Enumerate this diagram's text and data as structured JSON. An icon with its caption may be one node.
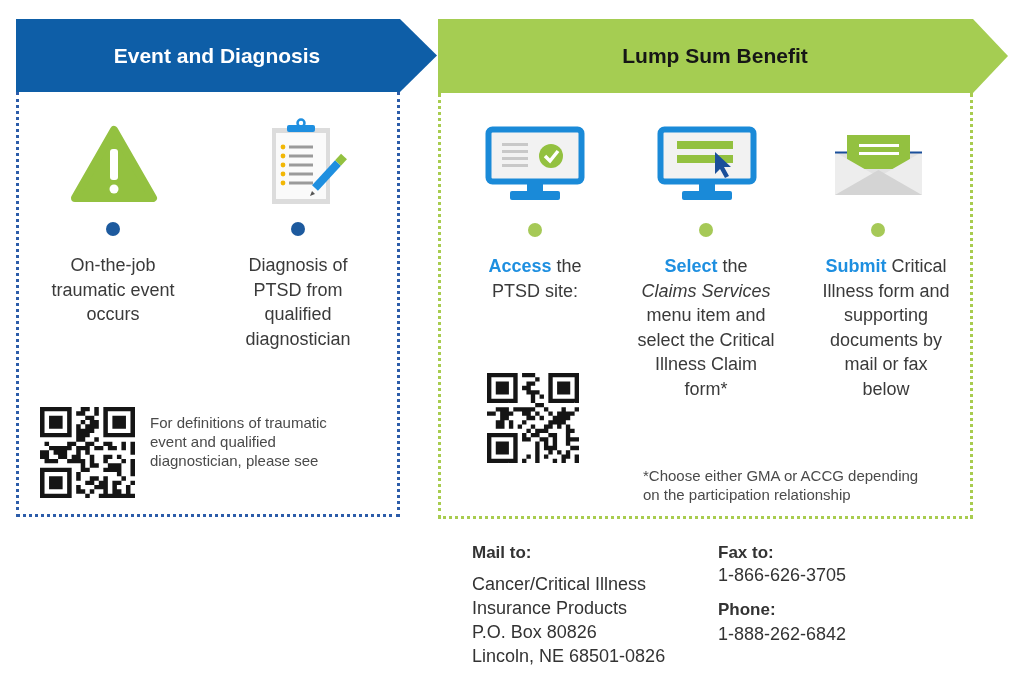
{
  "diagram": {
    "nodes": [
      {
        "text": [
          "Event and Diagnosis",
          "On-the-job traumatic event occurs",
          "Diagnosis of PTSD from qualified diagnostician",
          "For definitions of traumatic event and qualified diagnostician, please see"
        ]
      },
      {
        "text": [
          "Lump Sum Benefit",
          "**Access** the PTSD site:",
          "**Select** the *Claims Services* menu item and select the Critical Illness Claim form*",
          "**Submit** Critical Illness form and supporting documents by mail or fax below",
          "*Choose either GMA or ACCG depending on the participation relationship"
        ]
      }
    ],
    "labels": [
      "Mail to:",
      "Cancer/Critical Illness Insurance Products",
      "P.O. Box 80826",
      "Lincoln, NE 68501-0826",
      "Fax to:",
      "1-866-626-3705",
      "Phone:",
      "1-888-262-6842"
    ]
  }
}
